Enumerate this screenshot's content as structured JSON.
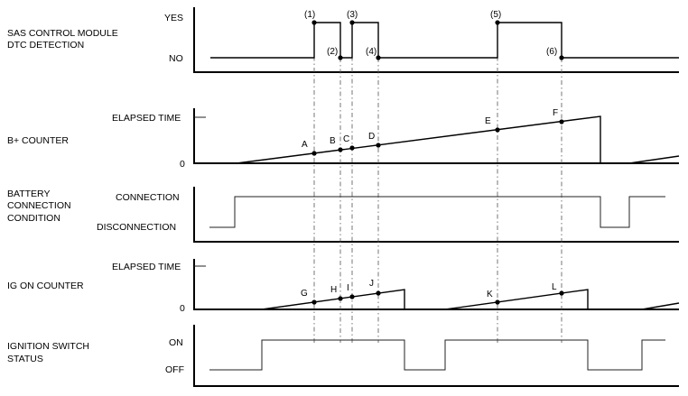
{
  "rows": {
    "sas": {
      "label_line1": "SAS CONTROL MODULE",
      "label_line2": "DTC DETECTION",
      "level_high": "YES",
      "level_low": "NO"
    },
    "bplus": {
      "label": "B+ COUNTER",
      "level_high": "ELAPSED TIME",
      "level_low": "0"
    },
    "battery": {
      "label_line1": "BATTERY",
      "label_line2": "CONNECTION",
      "label_line3": "CONDITION",
      "level_high": "CONNECTION",
      "level_low": "DISCONNECTION"
    },
    "igcounter": {
      "label": "IG ON COUNTER",
      "level_high": "ELAPSED TIME",
      "level_low": "0"
    },
    "ignition": {
      "label_line1": "IGNITION SWITCH",
      "label_line2": "STATUS",
      "level_high": "ON",
      "level_low": "OFF"
    }
  },
  "events": [
    "(1)",
    "(2)",
    "(3)",
    "(4)",
    "(5)",
    "(6)"
  ],
  "bplus_points": [
    "A",
    "B",
    "C",
    "D",
    "E",
    "F"
  ],
  "ig_points": [
    "G",
    "H",
    "I",
    "J",
    "K",
    "L"
  ]
}
